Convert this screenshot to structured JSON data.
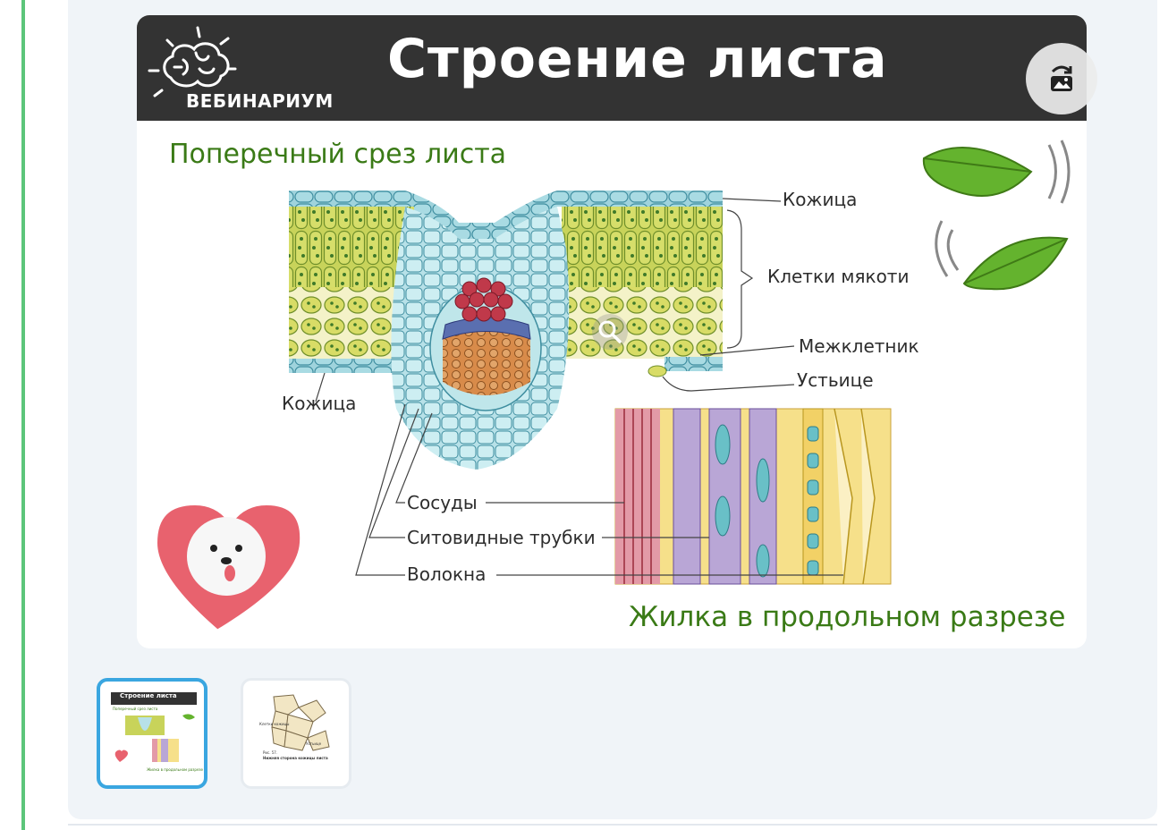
{
  "slide": {
    "header_title": "Строение листа",
    "brand": "ВЕБИНАРИУМ",
    "section_cross": "Поперечный срез листа",
    "section_longitudinal": "Жилка в продольном разрезе",
    "labels": {
      "epidermis_top": "Кожица",
      "mesophyll": "Клетки мякоти",
      "intercellular": "Межклетник",
      "stoma": "Устьице",
      "epidermis_bottom": "Кожица",
      "vessels": "Сосуды",
      "sieve_tubes": "Ситовидные трубки",
      "fibers": "Волокна"
    }
  },
  "controls": {
    "swap_icon": "image-swap-icon",
    "zoom_icon": "magnifier-icon"
  },
  "thumbnails": [
    {
      "title": "Строение листа",
      "selected": true,
      "mini_labels": [
        "Поперечный срез листа",
        "Жилка в продольном разрезе"
      ]
    },
    {
      "selected": false,
      "mini_labels": [
        "Клетки кожицы",
        "Устьице",
        "Рис. 57.",
        "Нижняя сторона кожицы листа"
      ]
    }
  ],
  "colors": {
    "accent_green_rule": "#5cc57a",
    "header_bg": "#333333",
    "title_green": "#3a7a16",
    "thumb_active_border": "#3aa6e0"
  }
}
